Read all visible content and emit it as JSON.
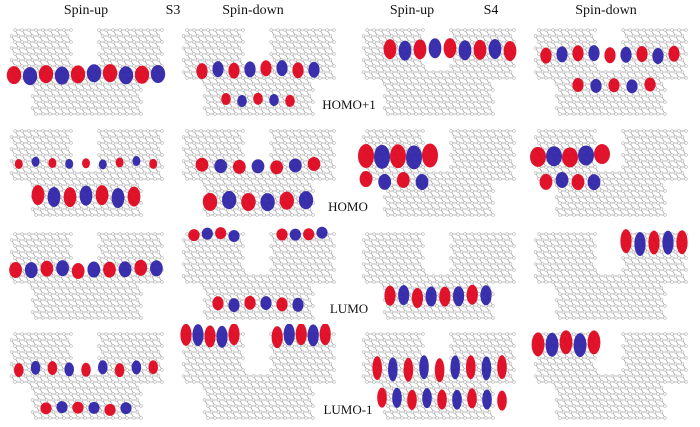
{
  "headers": {
    "s3_up": "Spin-up",
    "s3_label": "S3",
    "s3_down": "Spin-down",
    "s4_up": "Spin-up",
    "s4_label": "S4",
    "s4_down": "Spin-down"
  },
  "rows": [
    {
      "label": "HOMO+1"
    },
    {
      "label": "HOMO"
    },
    {
      "label": "LUMO"
    },
    {
      "label": "LUMO-1"
    }
  ],
  "colors": {
    "positive": "#e0001a",
    "negative": "#2a1ea6",
    "bond": "#8a8a8a",
    "atom": "#f2f2f2",
    "atom_edge": "#9a9a9a"
  }
}
